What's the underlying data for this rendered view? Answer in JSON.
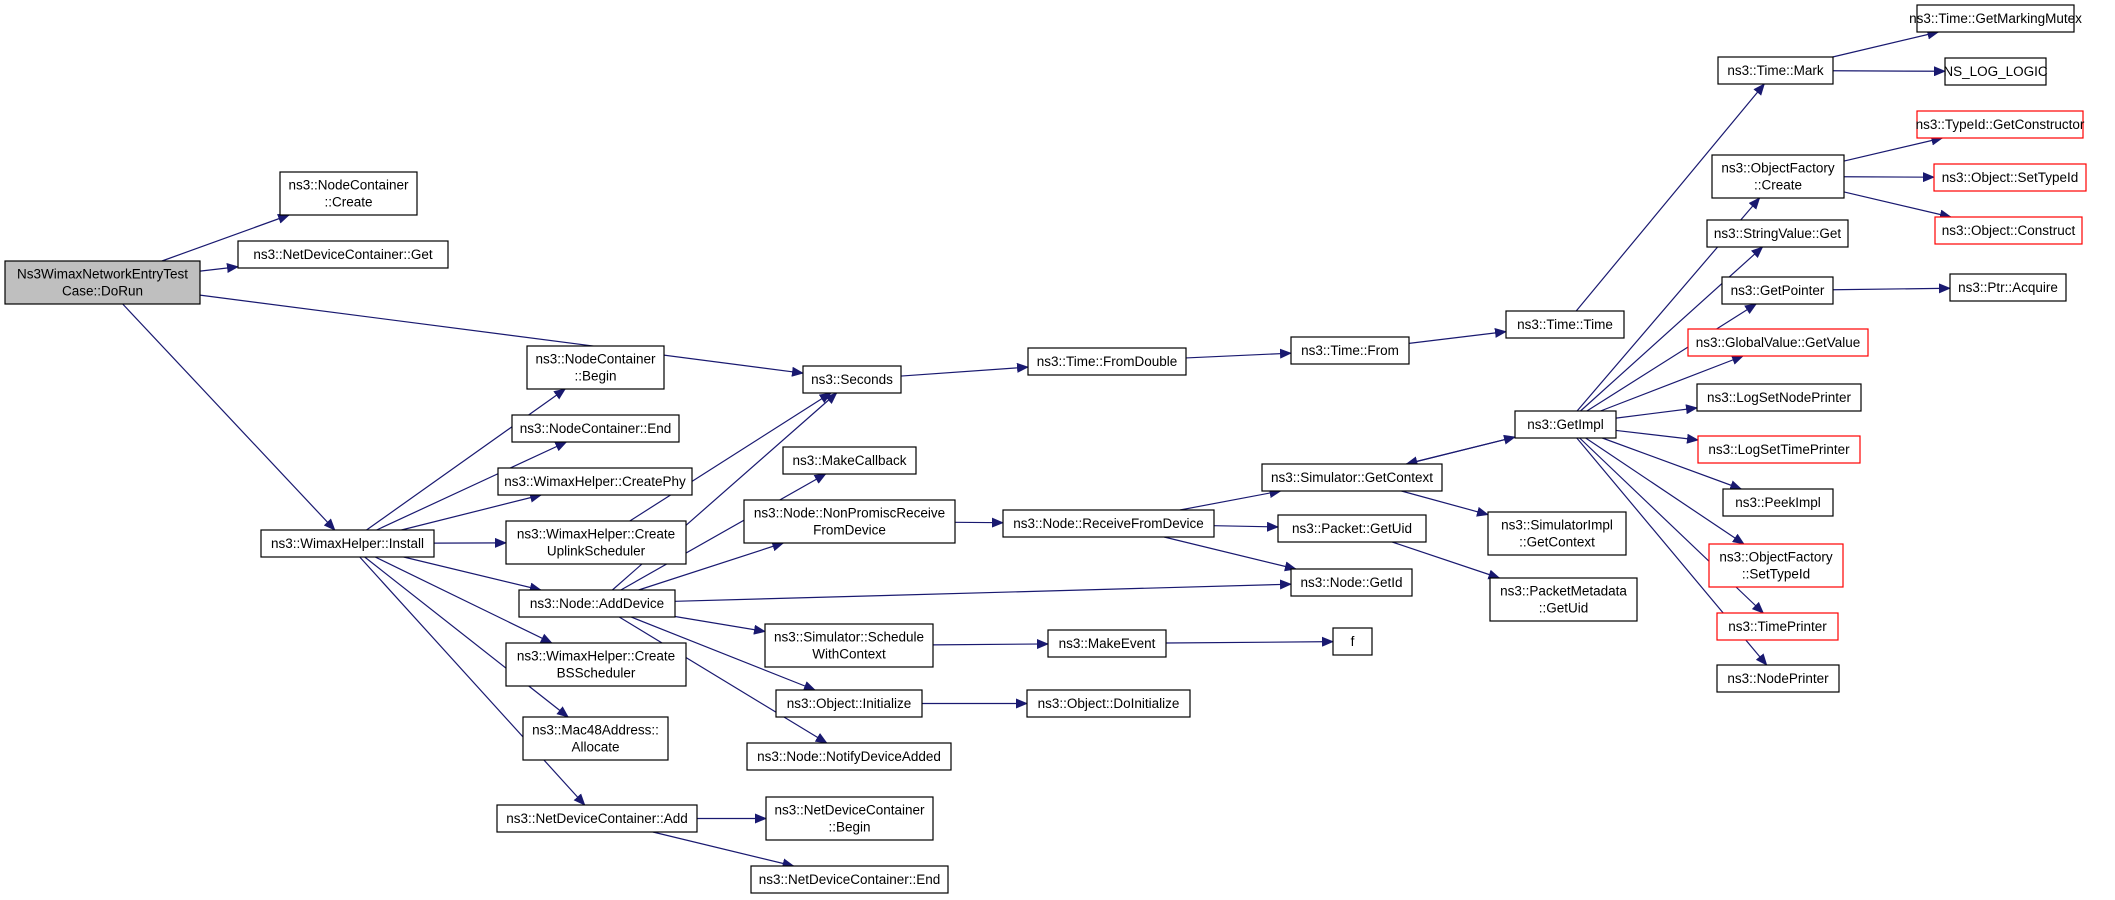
{
  "colors": {
    "edge": "#191970",
    "node_border": "#000000",
    "node_border_external": "#ff0000",
    "root_fill": "#bfbfbf",
    "node_fill": "#ffffff"
  },
  "nodes": [
    {
      "id": "root",
      "lines": [
        "Ns3WimaxNetworkEntryTest",
        "Case::DoRun"
      ],
      "kind": "root"
    },
    {
      "id": "nc_create",
      "lines": [
        "ns3::NodeContainer",
        "::Create"
      ]
    },
    {
      "id": "ndc_get",
      "lines": [
        "ns3::NetDeviceContainer::Get"
      ]
    },
    {
      "id": "seconds",
      "lines": [
        "ns3::Seconds"
      ]
    },
    {
      "id": "wh_install",
      "lines": [
        "ns3::WimaxHelper::Install"
      ]
    },
    {
      "id": "nc_begin",
      "lines": [
        "ns3::NodeContainer",
        "::Begin"
      ]
    },
    {
      "id": "nc_end",
      "lines": [
        "ns3::NodeContainer::End"
      ]
    },
    {
      "id": "wh_createphy",
      "lines": [
        "ns3::WimaxHelper::CreatePhy"
      ]
    },
    {
      "id": "wh_createuplink",
      "lines": [
        "ns3::WimaxHelper::Create",
        "UplinkScheduler"
      ]
    },
    {
      "id": "node_adddevice",
      "lines": [
        "ns3::Node::AddDevice"
      ]
    },
    {
      "id": "wh_createbs",
      "lines": [
        "ns3::WimaxHelper::Create",
        "BSScheduler"
      ]
    },
    {
      "id": "mac48_alloc",
      "lines": [
        "ns3::Mac48Address::",
        "Allocate"
      ]
    },
    {
      "id": "ndc_add",
      "lines": [
        "ns3::NetDeviceContainer::Add"
      ]
    },
    {
      "id": "ndc_begin",
      "lines": [
        "ns3::NetDeviceContainer",
        "::Begin"
      ]
    },
    {
      "id": "ndc_end",
      "lines": [
        "ns3::NetDeviceContainer::End"
      ]
    },
    {
      "id": "makecallback",
      "lines": [
        "ns3::MakeCallback"
      ]
    },
    {
      "id": "node_nonpromisc",
      "lines": [
        "ns3::Node::NonPromiscReceive",
        "FromDevice"
      ]
    },
    {
      "id": "sim_schedctx",
      "lines": [
        "ns3::Simulator::Schedule",
        "WithContext"
      ]
    },
    {
      "id": "obj_initialize",
      "lines": [
        "ns3::Object::Initialize"
      ]
    },
    {
      "id": "node_notify",
      "lines": [
        "ns3::Node::NotifyDeviceAdded"
      ]
    },
    {
      "id": "time_fromdouble",
      "lines": [
        "ns3::Time::FromDouble"
      ]
    },
    {
      "id": "node_receive",
      "lines": [
        "ns3::Node::ReceiveFromDevice"
      ]
    },
    {
      "id": "makeevent",
      "lines": [
        "ns3::MakeEvent"
      ]
    },
    {
      "id": "obj_doinit",
      "lines": [
        "ns3::Object::DoInitialize"
      ]
    },
    {
      "id": "time_from",
      "lines": [
        "ns3::Time::From"
      ]
    },
    {
      "id": "sim_getcontext",
      "lines": [
        "ns3::Simulator::GetContext"
      ]
    },
    {
      "id": "packet_getuid",
      "lines": [
        "ns3::Packet::GetUid"
      ]
    },
    {
      "id": "node_getid",
      "lines": [
        "ns3::Node::GetId"
      ]
    },
    {
      "id": "f",
      "lines": [
        "f"
      ]
    },
    {
      "id": "time_time",
      "lines": [
        "ns3::Time::Time"
      ]
    },
    {
      "id": "getimpl",
      "lines": [
        "ns3::GetImpl"
      ]
    },
    {
      "id": "simimpl_getctx",
      "lines": [
        "ns3::SimulatorImpl",
        "::GetContext"
      ]
    },
    {
      "id": "pktmeta_getuid",
      "lines": [
        "ns3::PacketMetadata",
        "::GetUid"
      ]
    },
    {
      "id": "time_mark",
      "lines": [
        "ns3::Time::Mark"
      ]
    },
    {
      "id": "of_create",
      "lines": [
        "ns3::ObjectFactory",
        "::Create"
      ]
    },
    {
      "id": "stringvalue_get",
      "lines": [
        "ns3::StringValue::Get"
      ]
    },
    {
      "id": "getpointer",
      "lines": [
        "ns3::GetPointer"
      ]
    },
    {
      "id": "globalvalue_get",
      "lines": [
        "ns3::GlobalValue::GetValue"
      ],
      "kind": "external"
    },
    {
      "id": "logsetnode",
      "lines": [
        "ns3::LogSetNodePrinter"
      ]
    },
    {
      "id": "logsettime",
      "lines": [
        "ns3::LogSetTimePrinter"
      ],
      "kind": "external"
    },
    {
      "id": "peekimpl",
      "lines": [
        "ns3::PeekImpl"
      ]
    },
    {
      "id": "of_settypeid",
      "lines": [
        "ns3::ObjectFactory",
        "::SetTypeId"
      ],
      "kind": "external"
    },
    {
      "id": "timeprinter",
      "lines": [
        "ns3::TimePrinter"
      ],
      "kind": "external"
    },
    {
      "id": "nodeprinter",
      "lines": [
        "ns3::NodePrinter"
      ]
    },
    {
      "id": "time_getmutex",
      "lines": [
        "ns3::Time::GetMarkingMutex"
      ]
    },
    {
      "id": "ns_log_logic",
      "lines": [
        "NS_LOG_LOGIC"
      ]
    },
    {
      "id": "typeid_getctor",
      "lines": [
        "ns3::TypeId::GetConstructor"
      ],
      "kind": "external"
    },
    {
      "id": "obj_settypeid",
      "lines": [
        "ns3::Object::SetTypeId"
      ],
      "kind": "external"
    },
    {
      "id": "obj_construct",
      "lines": [
        "ns3::Object::Construct"
      ],
      "kind": "external"
    },
    {
      "id": "ptr_acquire",
      "lines": [
        "ns3::Ptr::Acquire"
      ]
    }
  ],
  "edges": [
    [
      "root",
      "nc_create"
    ],
    [
      "root",
      "ndc_get"
    ],
    [
      "root",
      "seconds"
    ],
    [
      "root",
      "wh_install"
    ],
    [
      "wh_install",
      "nc_begin"
    ],
    [
      "wh_install",
      "nc_end"
    ],
    [
      "wh_install",
      "wh_createphy"
    ],
    [
      "wh_install",
      "wh_createuplink"
    ],
    [
      "wh_install",
      "node_adddevice"
    ],
    [
      "wh_install",
      "wh_createbs"
    ],
    [
      "wh_install",
      "mac48_alloc"
    ],
    [
      "wh_install",
      "ndc_add"
    ],
    [
      "wh_createuplink",
      "seconds"
    ],
    [
      "ndc_add",
      "ndc_begin"
    ],
    [
      "ndc_add",
      "ndc_end"
    ],
    [
      "node_adddevice",
      "seconds"
    ],
    [
      "node_adddevice",
      "makecallback"
    ],
    [
      "node_adddevice",
      "node_nonpromisc"
    ],
    [
      "node_adddevice",
      "sim_schedctx"
    ],
    [
      "node_adddevice",
      "obj_initialize"
    ],
    [
      "node_adddevice",
      "node_notify"
    ],
    [
      "node_adddevice",
      "node_getid"
    ],
    [
      "seconds",
      "time_fromdouble"
    ],
    [
      "time_fromdouble",
      "time_from"
    ],
    [
      "time_from",
      "time_time"
    ],
    [
      "time_time",
      "time_mark"
    ],
    [
      "time_mark",
      "time_getmutex"
    ],
    [
      "time_mark",
      "ns_log_logic"
    ],
    [
      "node_nonpromisc",
      "node_receive"
    ],
    [
      "node_receive",
      "sim_getcontext"
    ],
    [
      "node_receive",
      "packet_getuid"
    ],
    [
      "node_receive",
      "node_getid"
    ],
    [
      "sim_schedctx",
      "makeevent"
    ],
    [
      "makeevent",
      "f"
    ],
    [
      "obj_initialize",
      "obj_doinit"
    ],
    [
      "sim_getcontext",
      "getimpl"
    ],
    [
      "sim_getcontext",
      "simimpl_getctx"
    ],
    [
      "packet_getuid",
      "pktmeta_getuid"
    ],
    [
      "getimpl",
      "sim_getcontext"
    ],
    [
      "getimpl",
      "of_create"
    ],
    [
      "getimpl",
      "stringvalue_get"
    ],
    [
      "getimpl",
      "getpointer"
    ],
    [
      "getimpl",
      "globalvalue_get"
    ],
    [
      "getimpl",
      "logsetnode"
    ],
    [
      "getimpl",
      "logsettime"
    ],
    [
      "getimpl",
      "peekimpl"
    ],
    [
      "getimpl",
      "of_settypeid"
    ],
    [
      "getimpl",
      "timeprinter"
    ],
    [
      "getimpl",
      "nodeprinter"
    ],
    [
      "of_create",
      "typeid_getctor"
    ],
    [
      "of_create",
      "obj_settypeid"
    ],
    [
      "of_create",
      "obj_construct"
    ],
    [
      "getpointer",
      "ptr_acquire"
    ]
  ]
}
